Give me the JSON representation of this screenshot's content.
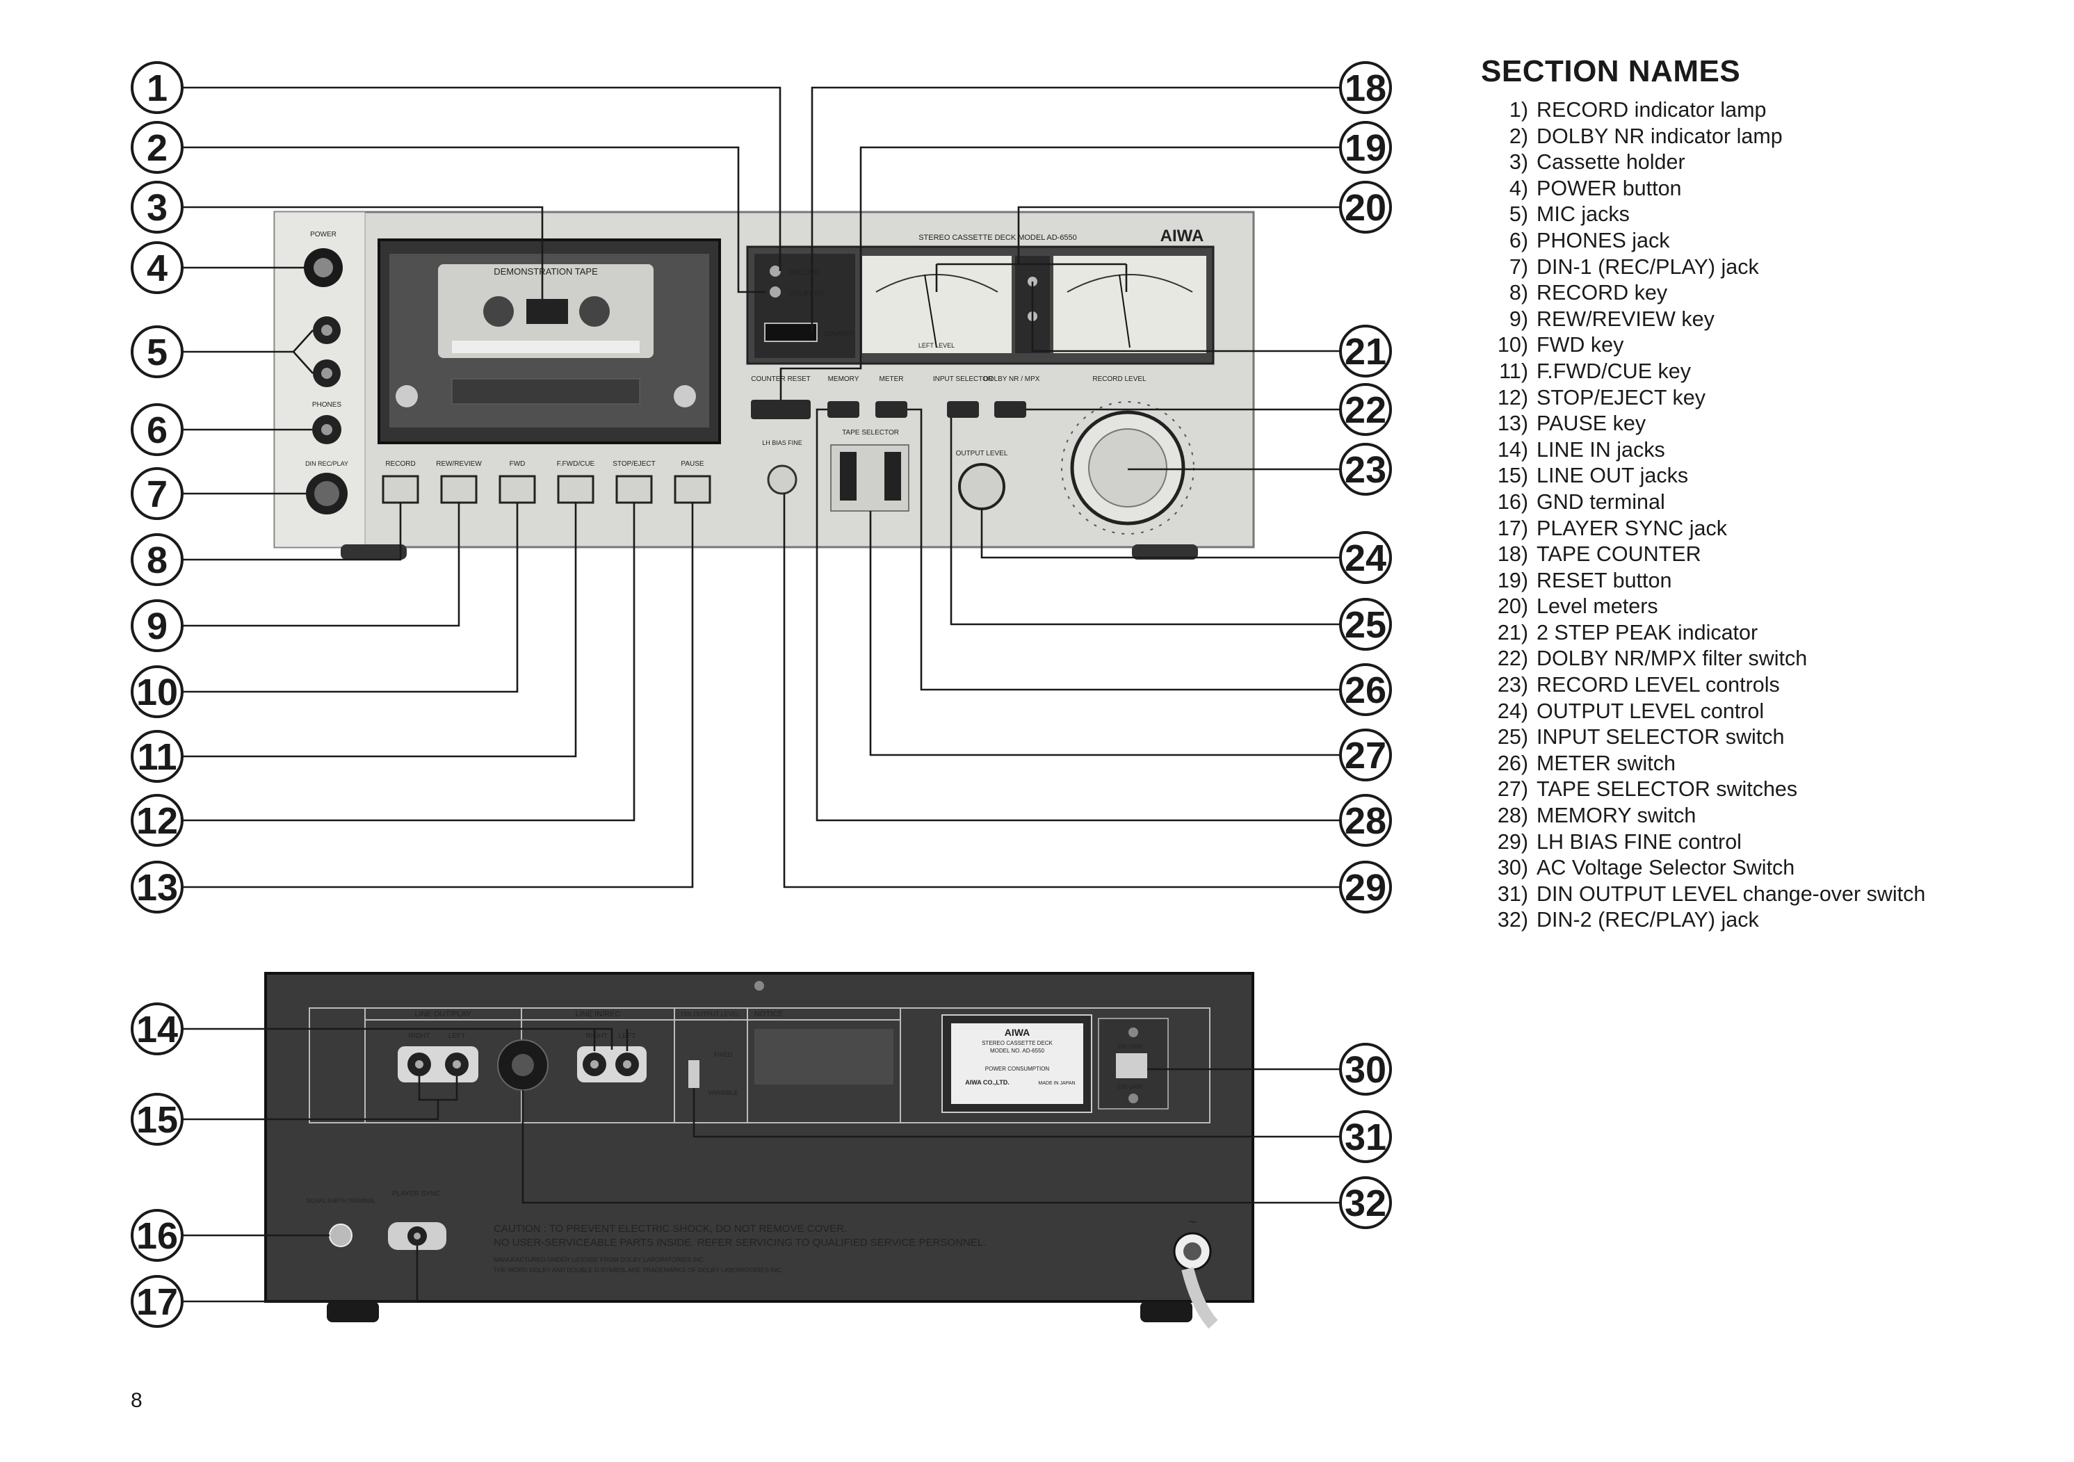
{
  "section_names": {
    "title": "SECTION NAMES",
    "items": [
      {
        "number": "1)",
        "label": "RECORD indicator lamp"
      },
      {
        "number": "2)",
        "label": "DOLBY NR indicator lamp"
      },
      {
        "number": "3)",
        "label": "Cassette holder"
      },
      {
        "number": "4)",
        "label": "POWER button"
      },
      {
        "number": "5)",
        "label": "MIC jacks"
      },
      {
        "number": "6)",
        "label": "PHONES jack"
      },
      {
        "number": "7)",
        "label": "DIN-1 (REC/PLAY) jack"
      },
      {
        "number": "8)",
        "label": "RECORD key"
      },
      {
        "number": "9)",
        "label": "REW/REVIEW key"
      },
      {
        "number": "10)",
        "label": "FWD key"
      },
      {
        "number": "11)",
        "label": "F.FWD/CUE key"
      },
      {
        "number": "12)",
        "label": "STOP/EJECT key"
      },
      {
        "number": "13)",
        "label": "PAUSE key"
      },
      {
        "number": "14)",
        "label": "LINE IN jacks"
      },
      {
        "number": "15)",
        "label": "LINE OUT jacks"
      },
      {
        "number": "16)",
        "label": "GND terminal"
      },
      {
        "number": "17)",
        "label": "PLAYER SYNC jack"
      },
      {
        "number": "18)",
        "label": "TAPE COUNTER"
      },
      {
        "number": "19)",
        "label": "RESET button"
      },
      {
        "number": "20)",
        "label": "Level meters"
      },
      {
        "number": "21)",
        "label": "2 STEP PEAK indicator"
      },
      {
        "number": "22)",
        "label": "DOLBY NR/MPX filter switch"
      },
      {
        "number": "23)",
        "label": "RECORD LEVEL controls"
      },
      {
        "number": "24)",
        "label": "OUTPUT LEVEL control"
      },
      {
        "number": "25)",
        "label": "INPUT SELECTOR switch"
      },
      {
        "number": "26)",
        "label": "METER switch"
      },
      {
        "number": "27)",
        "label": "TAPE SELECTOR switches"
      },
      {
        "number": "28)",
        "label": "MEMORY switch"
      },
      {
        "number": "29)",
        "label": "LH BIAS FINE control"
      },
      {
        "number": "30)",
        "label": "AC Voltage Selector Switch"
      },
      {
        "number": "31)",
        "label": "DIN OUTPUT LEVEL change-over switch"
      },
      {
        "number": "32)",
        "label": "DIN-2 (REC/PLAY) jack"
      }
    ]
  },
  "callouts": [
    "1",
    "2",
    "3",
    "4",
    "5",
    "6",
    "7",
    "8",
    "9",
    "10",
    "11",
    "12",
    "13",
    "14",
    "15",
    "16",
    "17",
    "18",
    "19",
    "20",
    "21",
    "22",
    "23",
    "24",
    "25",
    "26",
    "27",
    "28",
    "29",
    "30",
    "31",
    "32"
  ],
  "front_panel": {
    "brand": "AIWA",
    "model_text": "STEREO CASSETTE DECK MODEL AD-6550",
    "power_label": "POWER",
    "phones_label": "PHONES",
    "din_label": "DIN REC/PLAY",
    "cassette_label": "DEMONSTRATION TAPE",
    "transport_labels": [
      "RECORD",
      "REW/REVIEW",
      "FWD",
      "F.FWD/CUE",
      "STOP/EJECT",
      "PAUSE"
    ],
    "counter_reset_label": "COUNTER RESET",
    "memory_label": "MEMORY",
    "meter_label": "METER",
    "input_selector_label": "INPUT SELECTOR",
    "dolby_label": "DOLBY NR / MPX",
    "tape_selector_label": "TAPE SELECTOR",
    "output_level_label": "OUTPUT LEVEL",
    "record_level_label": "RECORD LEVEL",
    "lh_bias_label": "LH BIAS FINE",
    "record_lamp_label": "RECORD",
    "dolby_lamp_label": "DOLBY NR",
    "counter_label": "COUNTER",
    "level_label": "LEFT LEVEL"
  },
  "rear_panel": {
    "line_out_label": "LINE OUT/PLAY",
    "line_in_label": "LINE IN/REC",
    "din_output_label": "DIN OUTPUT LEVEL",
    "notice_title": "NOTICE",
    "right_label": "RIGHT",
    "left_label": "LEFT",
    "fixed_label": "FIXED",
    "variable_label": "VARIABLE",
    "signal_earth_label": "SIGNAL EARTH TERMINAL",
    "player_sync_label": "PLAYER SYNC.",
    "caution_line1": "CAUTION : TO PREVENT ELECTRIC SHOCK, DO NOT REMOVE COVER.",
    "caution_line2": "NO USER-SERVICEABLE PARTS INSIDE. REFER SERVICING TO QUALIFIED SERVICE PERSONNEL.",
    "license_line1": "MANUFACTURED UNDER LICENSE FROM DOLBY LABORATORIES INC.",
    "license_line2": "THE WORD DOLBY AND DOUBLE D SYMBOL ARE TRADEMARKS OF DOLBY LABORATORIES INC.",
    "plate_brand": "AIWA",
    "plate_line1": "STEREO CASSETTE DECK",
    "plate_line2": "MODEL NO. AD-6550",
    "plate_power": "POWER CONSUMPTION",
    "plate_maker": "AIWA CO.,LTD.",
    "plate_made": "MADE IN JAPAN",
    "voltage_high": "220~240V",
    "voltage_low": "110~120V"
  },
  "page_number": "8"
}
